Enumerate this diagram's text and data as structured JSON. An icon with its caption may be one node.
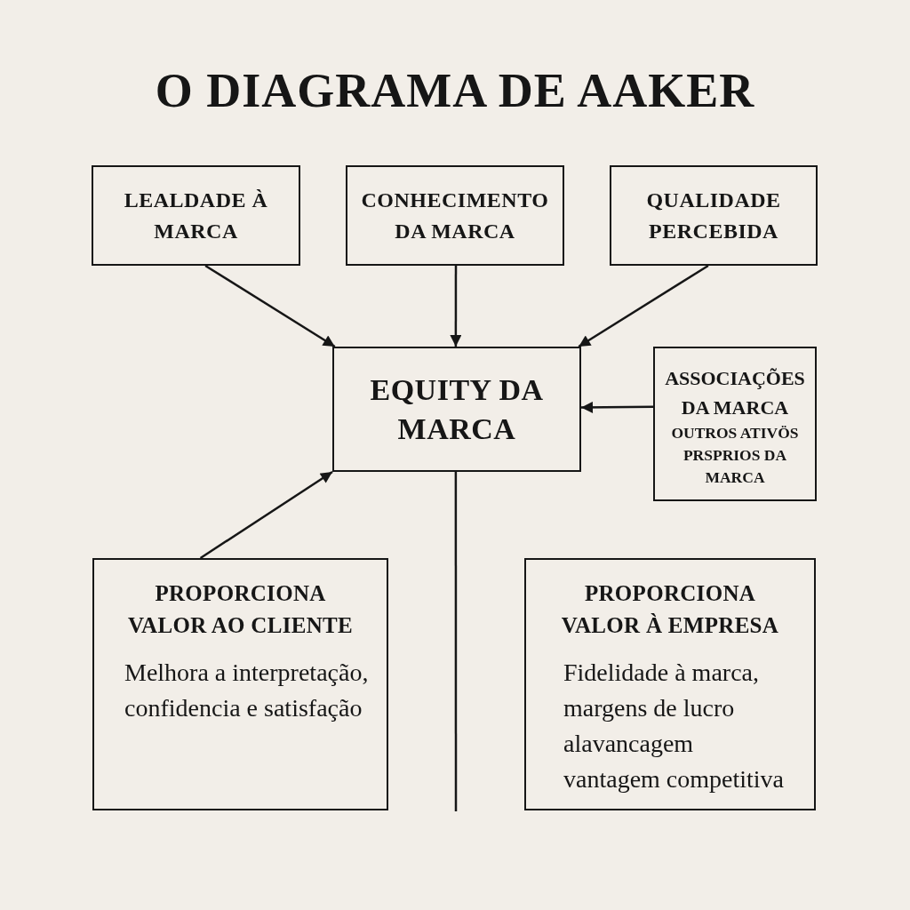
{
  "diagram": {
    "title": "O DIAGRAMA DE AAKER",
    "nodes": [
      {
        "text": [
          "LEALDADE À MARCA"
        ]
      },
      {
        "text": [
          "CONHECIMENTO DA MARCA"
        ]
      },
      {
        "text": [
          "QUALIDADE PERCEBIDA"
        ]
      },
      {
        "text": [
          "EQUITY DA MARCA"
        ]
      },
      {
        "text": [
          "ASSOCIAÇÕES DA MARCA",
          "OUTROS ATIVÖS PRSPRIOS DA MARCA"
        ]
      },
      {
        "text": [
          "PROPORCIONA VALOR AO CLIENTE",
          "Melhora a interpretação, confidencia e satisfação"
        ]
      },
      {
        "text": [
          "PROPORCIONA VALOR À EMPRESA",
          "Fidelidade à marca, margens de lucro alavancagem vantagem competitiva"
        ]
      }
    ],
    "edges": [
      {
        "from": 0,
        "to": 3,
        "arrow": "to"
      },
      {
        "from": 1,
        "to": 3,
        "arrow": "to"
      },
      {
        "from": 2,
        "to": 3,
        "arrow": "to"
      },
      {
        "from": 4,
        "to": 3,
        "arrow": "to"
      },
      {
        "from": 5,
        "to": 3,
        "arrow": "to"
      },
      {
        "from": 3,
        "to": null,
        "arrow": "none"
      }
    ]
  }
}
